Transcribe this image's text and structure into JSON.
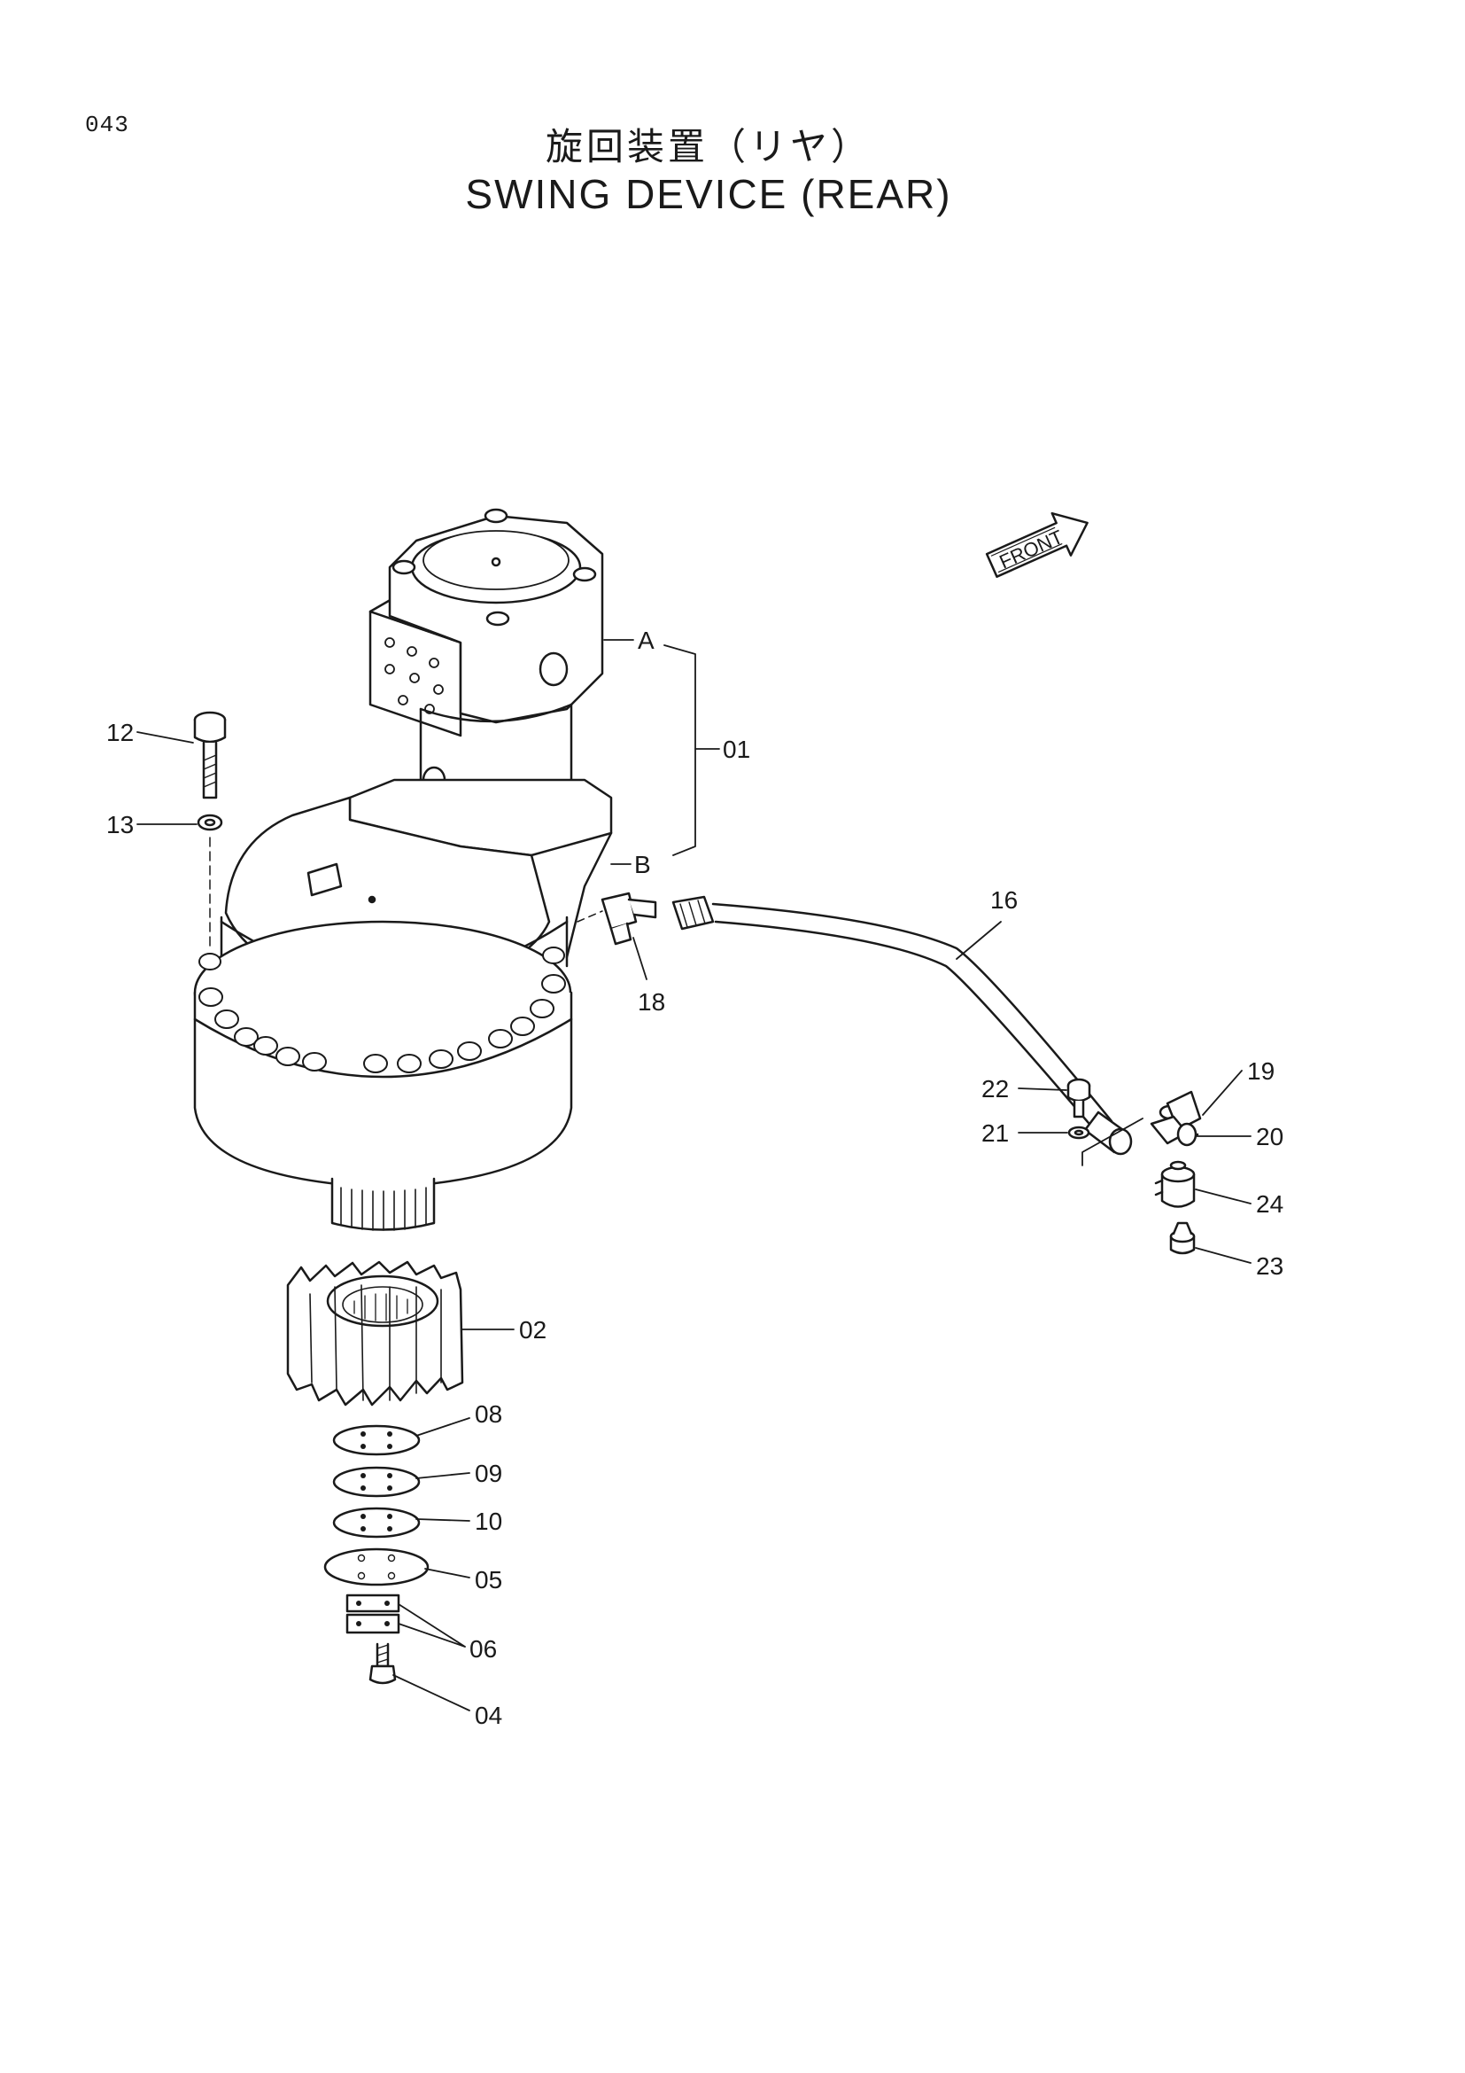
{
  "page_number": "043",
  "title_jp": "旋回装置（リヤ）",
  "title_en": "SWING DEVICE (REAR)",
  "front_label": "FRONT",
  "labels": {
    "p01": "01",
    "p02": "02",
    "p04": "04",
    "p05": "05",
    "p06": "06",
    "p08": "08",
    "p09": "09",
    "p10": "10",
    "p12": "12",
    "p13": "13",
    "p16": "16",
    "p18": "18",
    "p19": "19",
    "p20": "20",
    "p21": "21",
    "p22": "22",
    "p23": "23",
    "p24": "24",
    "port_a": "A",
    "port_b": "B"
  }
}
